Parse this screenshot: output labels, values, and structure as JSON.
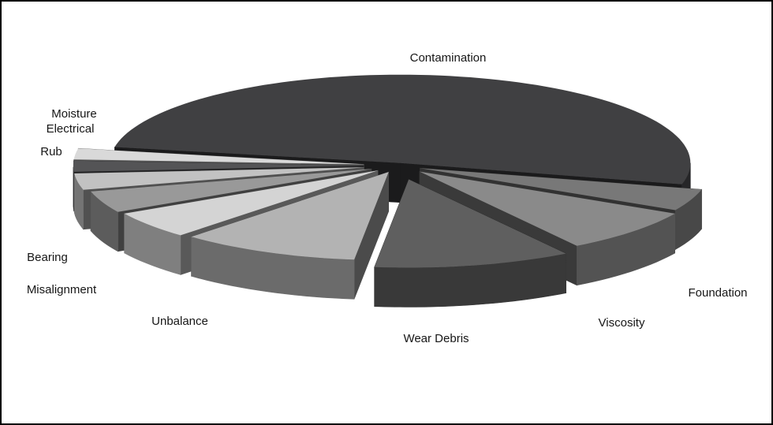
{
  "figure": {
    "background": "#ffffff",
    "border_color": "#000000",
    "label_color": "#161616"
  },
  "chart_data": {
    "type": "pie",
    "style": "3d-exploded",
    "title": "",
    "legend": "none",
    "unit": "percent",
    "direction": "counterclockwise",
    "start_angle": -14,
    "categories": [
      "Contamination",
      "Moisture",
      "Electrical",
      "Rub",
      "Bearing",
      "Misalignment",
      "Unbalance",
      "Wear Debris",
      "Viscosity",
      "Foundation"
    ],
    "values": [
      51,
      2,
      2,
      3,
      4,
      5,
      10,
      11,
      8,
      4
    ],
    "colors": [
      "#404042",
      "#d9d9d9",
      "#545456",
      "#c2c2c2",
      "#999999",
      "#d4d4d4",
      "#b3b3b3",
      "#5f5f5f",
      "#8a8a8a",
      "#787878"
    ],
    "explode": [
      0.03,
      0.12,
      0.12,
      0.12,
      0.1,
      0.09,
      0.08,
      0.16,
      0.1,
      0.08
    ]
  }
}
